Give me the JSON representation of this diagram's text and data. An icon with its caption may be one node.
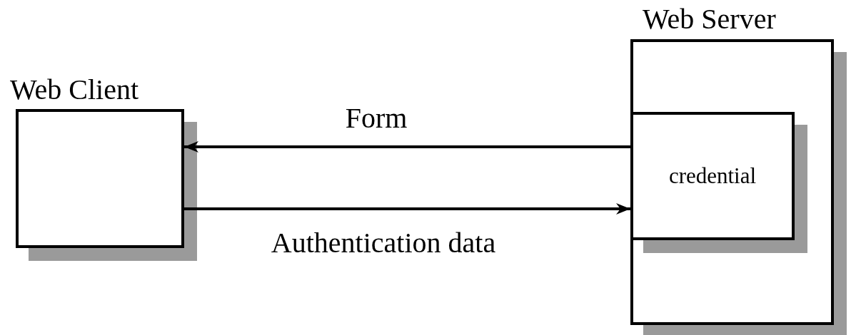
{
  "diagram": {
    "nodes": [
      {
        "text": [
          "Web Client"
        ]
      },
      {
        "text": [
          "Web Server"
        ]
      },
      {
        "text": [
          "credential"
        ],
        "in": 1
      }
    ],
    "edges": [
      {
        "from": 1,
        "to": 0,
        "arrow": "to",
        "label": "Form"
      },
      {
        "from": 0,
        "to": 1,
        "arrow": "to",
        "label": "Authentication data"
      }
    ]
  }
}
